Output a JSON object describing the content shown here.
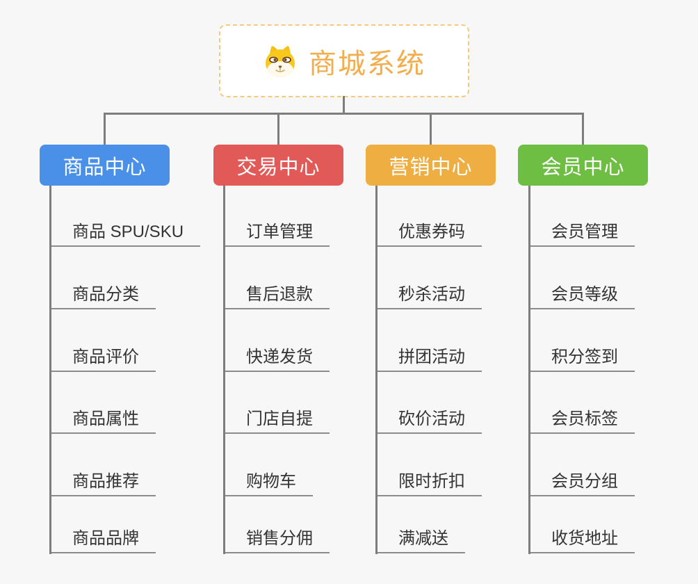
{
  "root": {
    "title": "商城系统",
    "icon": "dog-face-icon"
  },
  "colors": {
    "background": "#f7f7f7",
    "root_border": "#f7c97e",
    "root_text": "#f3ad4c",
    "connector": "#7d7d7d",
    "leaf_underline": "#8c8c8c",
    "leaf_text": "#333333",
    "branch_product": "#4a90e8",
    "branch_trade": "#e25a58",
    "branch_marketing": "#eeae41",
    "branch_member": "#6fbe44"
  },
  "branches": [
    {
      "label": "商品中心",
      "color": "#4a90e8",
      "items": [
        "商品 SPU/SKU",
        "商品分类",
        "商品评价",
        "商品属性",
        "商品推荐",
        "商品品牌"
      ]
    },
    {
      "label": "交易中心",
      "color": "#e25a58",
      "items": [
        "订单管理",
        "售后退款",
        "快递发货",
        "门店自提",
        "购物车",
        "销售分佣"
      ]
    },
    {
      "label": "营销中心",
      "color": "#eeae41",
      "items": [
        "优惠券码",
        "秒杀活动",
        "拼团活动",
        "砍价活动",
        "限时折扣",
        "满减送"
      ]
    },
    {
      "label": "会员中心",
      "color": "#6fbe44",
      "items": [
        "会员管理",
        "会员等级",
        "积分签到",
        "会员标签",
        "会员分组",
        "收货地址"
      ]
    }
  ]
}
